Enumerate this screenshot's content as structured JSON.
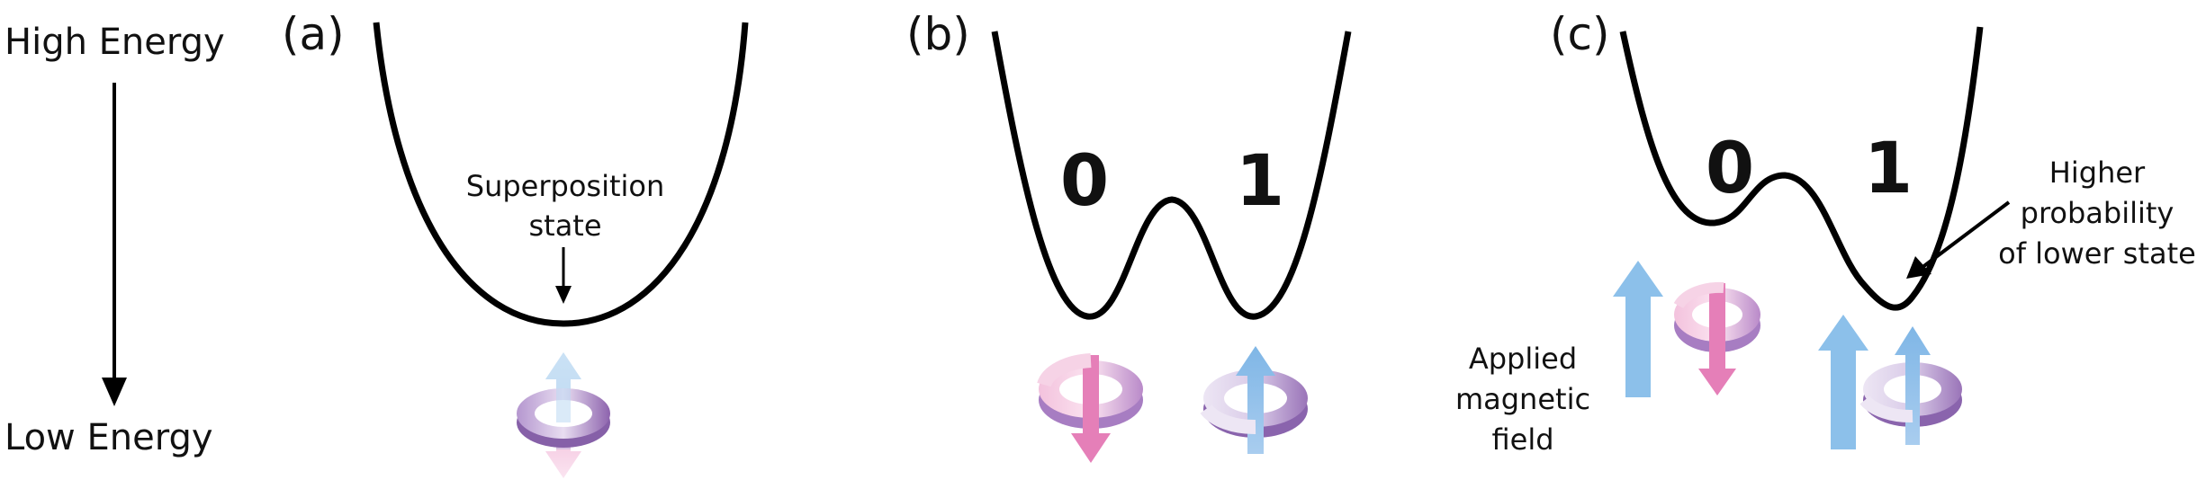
{
  "energy_axis": {
    "top_label": "High Energy",
    "bottom_label": "Low Energy"
  },
  "panels": [
    {
      "label": "(a)",
      "annotation": [
        "Superposition",
        "state"
      ]
    },
    {
      "label": "(b)",
      "state_labels": [
        "0",
        "1"
      ]
    },
    {
      "label": "(c)",
      "state_labels": [
        "0",
        "1"
      ],
      "right_annotation": [
        "Higher",
        "probability",
        "of lower state"
      ],
      "left_annotation": [
        "Applied",
        "magnetic",
        "field"
      ]
    }
  ],
  "colors": {
    "curve": "#000000",
    "spin_up_arrow": "#7fb6e6",
    "spin_down_arrow": "#e57fb8",
    "ring_purple": "#a77dc2",
    "ring_light": "#e6dcf0",
    "ring_pink": "#f0a8cf",
    "field_arrow": "#8cc0ea"
  }
}
